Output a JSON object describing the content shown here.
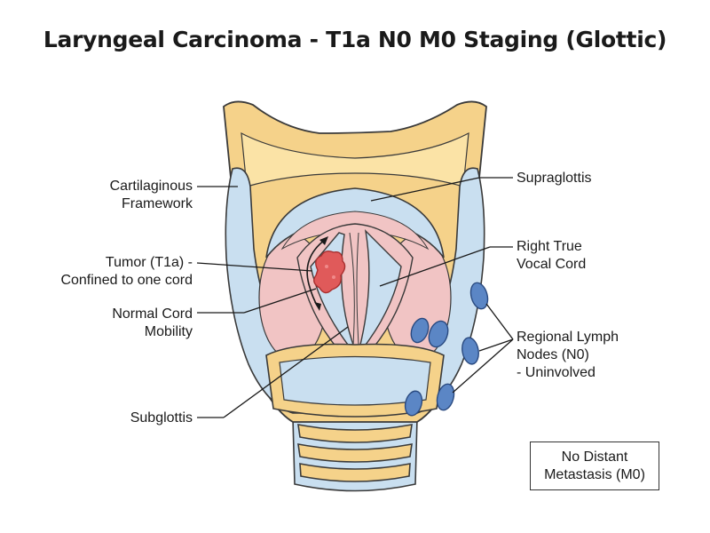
{
  "title": "Laryngeal Carcinoma - T1a N0 M0 Staging (Glottic)",
  "labels": {
    "cartilaginous": [
      "Cartilaginous",
      "Framework"
    ],
    "tumor": [
      "Tumor (T1a) -",
      "Confined to one cord"
    ],
    "mobility": [
      "Normal Cord",
      "Mobility"
    ],
    "subglottis": [
      "Subglottis"
    ],
    "supraglottis": [
      "Supraglottis"
    ],
    "true_cord": [
      "Right True",
      "Vocal Cord"
    ],
    "lymph": [
      "Regional Lymph",
      "Nodes (N0)",
      "- Uninvolved"
    ]
  },
  "metastasis_box": [
    "No Distant",
    "Metastasis (M0)"
  ],
  "colors": {
    "cartilage": "#f5d28a",
    "cartilage_light": "#fbe3a6",
    "mucosa_blue": "#c9dff0",
    "pink": "#f1c4c4",
    "tumor": "#e05a5a",
    "node": "#5b86c5",
    "outline": "#3a3a3a"
  }
}
